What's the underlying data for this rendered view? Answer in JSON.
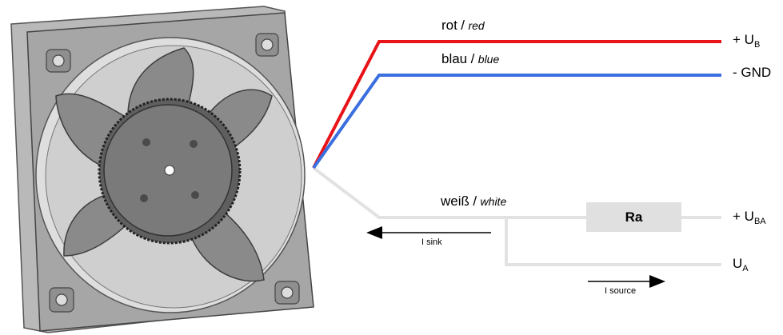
{
  "wires": {
    "red": {
      "label_de": "rot",
      "label_en": "red",
      "terminal_prefix": "+ U",
      "terminal_sub": "B",
      "color": "#e8141a"
    },
    "blue": {
      "label_de": "blau",
      "label_en": "blue",
      "terminal": "- GND",
      "color": "#3b6fe0"
    },
    "white": {
      "label_de": "weiß",
      "label_en": "white",
      "color": "#e2e2e2"
    }
  },
  "separator": "/",
  "resistor": {
    "label": "Ra"
  },
  "terminals": {
    "uba_prefix": "+ U",
    "uba_sub": "BA",
    "ua_prefix": "U",
    "ua_sub": "A"
  },
  "currents": {
    "sink": "I sink",
    "source": "I source"
  },
  "colors": {
    "fan_frame": "#a9a9a9",
    "fan_blade": "#8a8a8a",
    "fan_hub": "#6e6e6e"
  }
}
